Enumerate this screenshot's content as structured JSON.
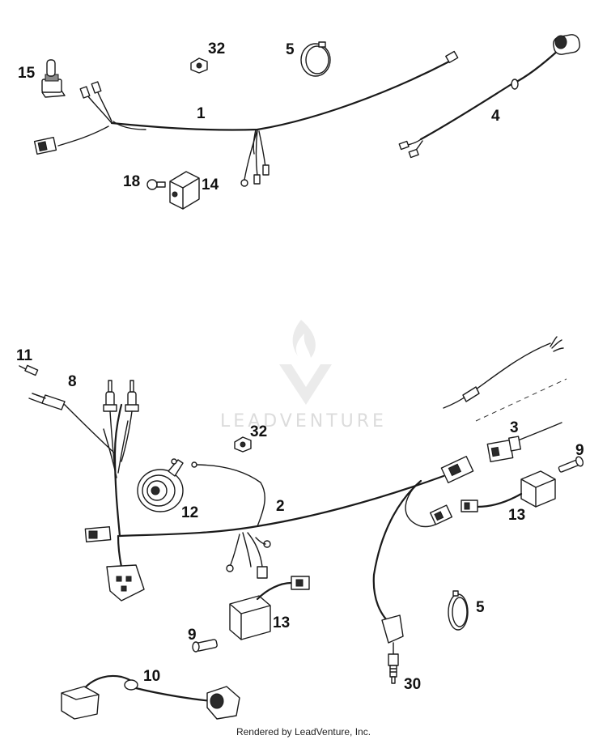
{
  "watermark": {
    "text": "LEADVENTURE"
  },
  "footer": {
    "text": "Rendered by LeadVenture, Inc."
  },
  "callouts": {
    "c15": "15",
    "c32a": "32",
    "c5a": "5",
    "c1": "1",
    "c4": "4",
    "c18": "18",
    "c14": "14",
    "c11": "11",
    "c8": "8",
    "c32b": "32",
    "c3": "3",
    "c9a": "9",
    "c12": "12",
    "c2": "2",
    "c13a": "13",
    "c13b": "13",
    "c5b": "5",
    "c9b": "9",
    "c10": "10",
    "c30": "30"
  },
  "icons": {
    "watermark": "flame-v-logo-icon"
  }
}
